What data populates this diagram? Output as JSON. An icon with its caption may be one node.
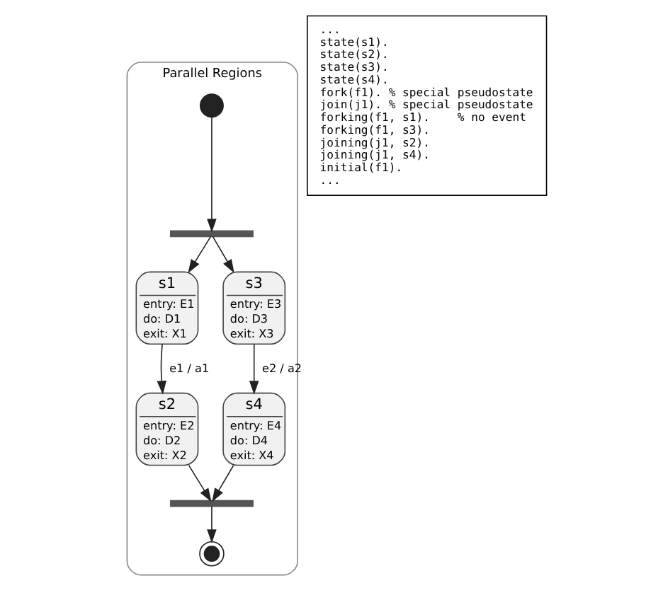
{
  "diagram": {
    "nodes": [
      {
        "text": [
          "Parallel Regions"
        ]
      },
      {
        "text": [],
        "shape": "circle",
        "in": 0
      },
      {
        "text": [],
        "shape": "bar",
        "in": 0
      },
      {
        "text": [
          "s1",
          "entry: E1",
          "do: D1",
          "exit: X1"
        ],
        "in": 0
      },
      {
        "text": [
          "s3",
          "entry: E3",
          "do: D3",
          "exit: X3"
        ],
        "in": 0
      },
      {
        "text": [
          "s2",
          "entry: E2",
          "do: D2",
          "exit: X2"
        ],
        "in": 0
      },
      {
        "text": [
          "s4",
          "entry: E4",
          "do: D4",
          "exit: X4"
        ],
        "in": 0
      },
      {
        "text": [],
        "shape": "bar",
        "in": 0
      },
      {
        "text": [],
        "shape": "circle",
        "in": 0
      },
      {
        "text": [
          "...",
          "state(s1).",
          "state(s2).",
          "state(s3).",
          "state(s4).",
          "fork(f1). % special pseudostate",
          "join(j1). % special pseudostate",
          "forking(f1, s1).    % no event",
          "forking(f1, s3).",
          "joining(j1, s2).",
          "joining(j1, s4).",
          "initial(f1).",
          "..."
        ]
      }
    ],
    "edges": [
      {
        "from": 1,
        "to": 2,
        "arrow": "to"
      },
      {
        "from": 2,
        "to": 3,
        "arrow": "to"
      },
      {
        "from": 2,
        "to": 4,
        "arrow": "to"
      },
      {
        "from": 3,
        "to": 5,
        "arrow": "to",
        "label": "e1 / a1"
      },
      {
        "from": 4,
        "to": 6,
        "arrow": "to",
        "label": "e2 / a2"
      },
      {
        "from": 5,
        "to": 7,
        "arrow": "to"
      },
      {
        "from": 6,
        "to": 7,
        "arrow": "to"
      },
      {
        "from": 7,
        "to": 8,
        "arrow": "to"
      }
    ]
  }
}
